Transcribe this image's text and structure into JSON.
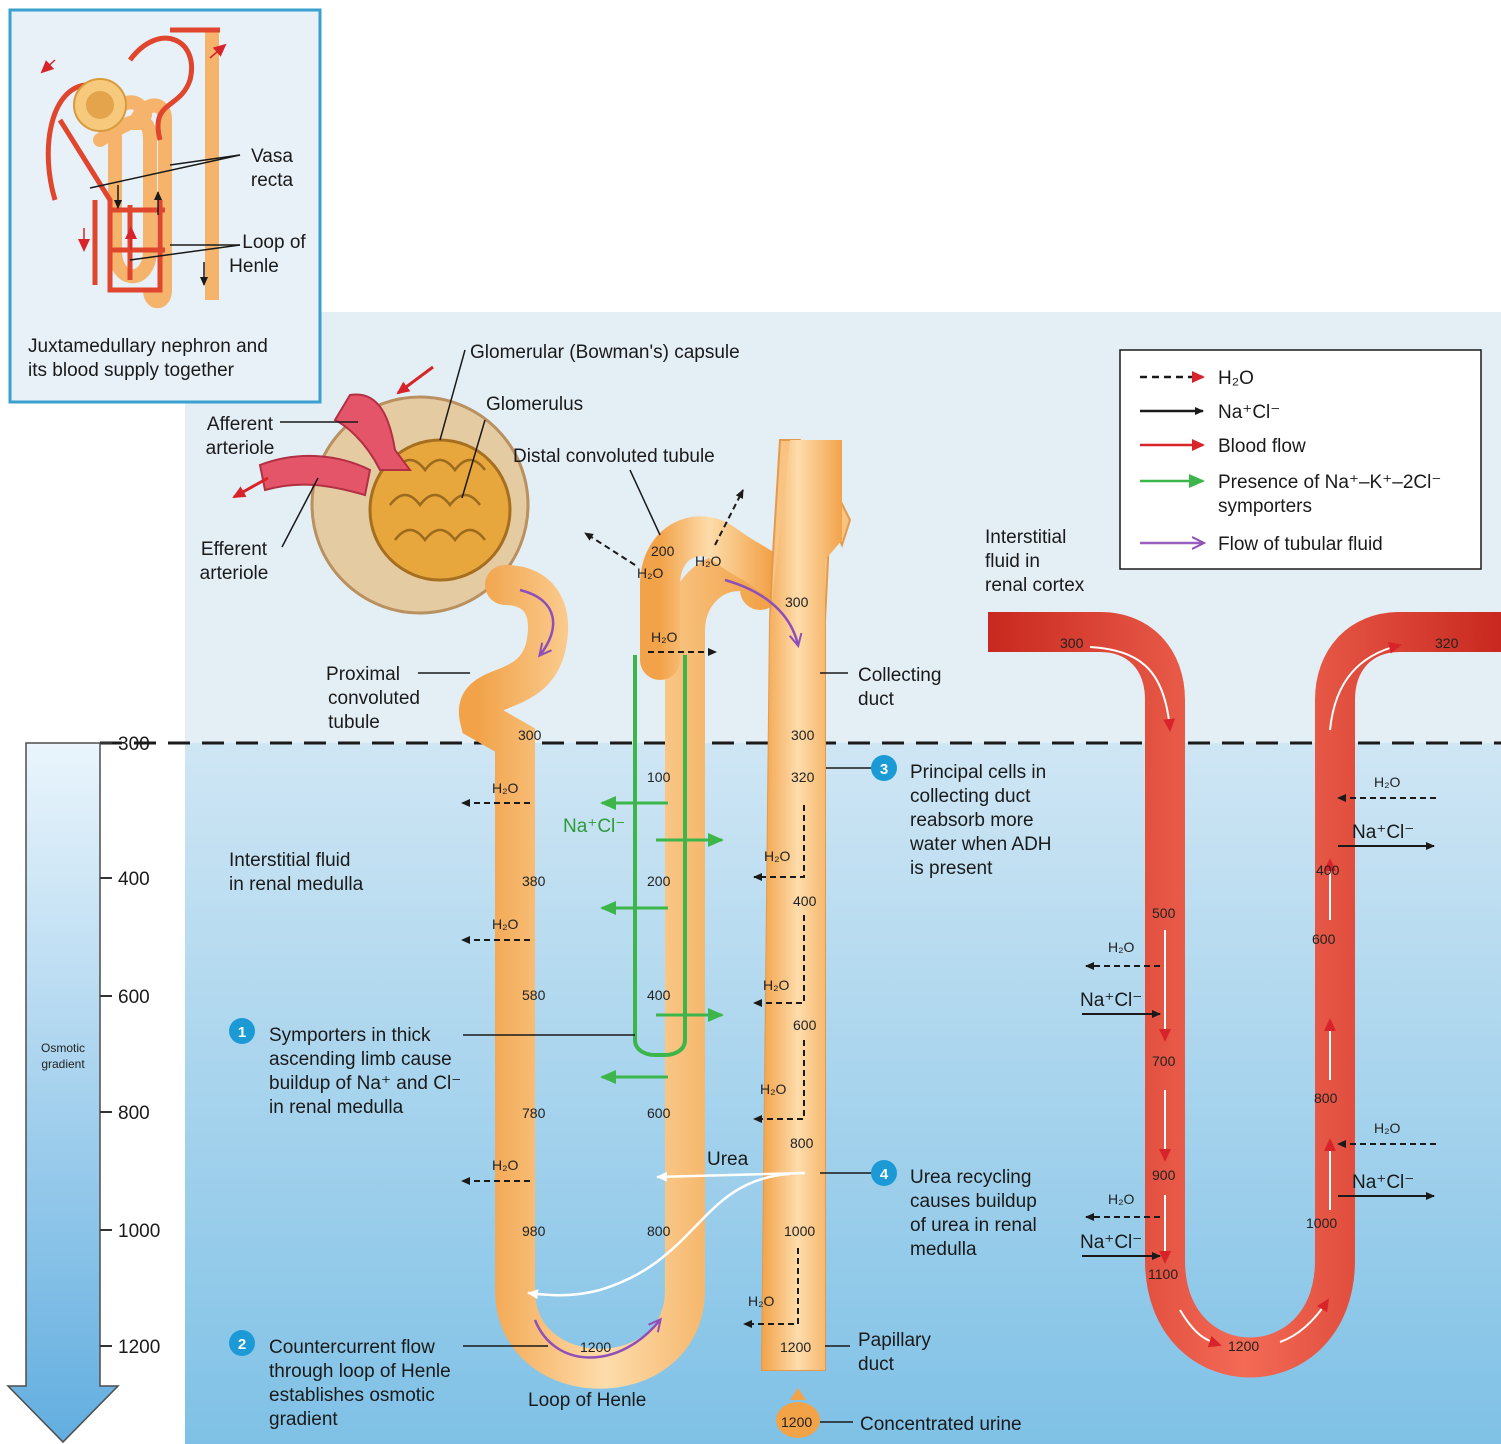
{
  "inset": {
    "vasa_recta": [
      "Vasa",
      "recta"
    ],
    "loop_of_henle": [
      "Loop of",
      "Henle"
    ],
    "caption": [
      "Juxtamedullary nephron and",
      "its blood supply together"
    ]
  },
  "labels": {
    "glomerular_capsule": "Glomerular (Bowman's) capsule",
    "glomerulus": "Glomerulus",
    "afferent_arteriole": [
      "Afferent",
      "arteriole"
    ],
    "efferent_arteriole": [
      "Efferent",
      "arteriole"
    ],
    "distal_convoluted_tubule": "Distal convoluted tubule",
    "proximal_convoluted_tubule": [
      "Proximal",
      "convoluted",
      "tubule"
    ],
    "collecting_duct": [
      "Collecting",
      "duct"
    ],
    "interstitial_cortex": [
      "Interstitial",
      "fluid in",
      "renal cortex"
    ],
    "interstitial_medulla": [
      "Interstitial fluid",
      "in renal medulla"
    ],
    "papillary_duct": [
      "Papillary",
      "duct"
    ],
    "concentrated_urine": "Concentrated urine",
    "loop_of_henle": "Loop of Henle",
    "urea": "Urea",
    "nacl_green": "Na⁺Cl⁻",
    "h2o": "H₂O",
    "nacl": "Na⁺Cl⁻",
    "osmotic_gradient": [
      "Osmotic",
      "gradient"
    ]
  },
  "legend": [
    {
      "label": "H₂O",
      "style": "dashed",
      "color": "#1a1a1a"
    },
    {
      "label": "Na⁺Cl⁻",
      "style": "solid",
      "color": "#1a1a1a"
    },
    {
      "label": "Blood flow",
      "style": "solid",
      "color": "#d8232a"
    },
    {
      "label": "Presence of Na⁺–K⁺–2Cl⁻",
      "label2": "symporters",
      "style": "solid",
      "color": "#3cb54a"
    },
    {
      "label": "Flow of tubular fluid",
      "style": "solid",
      "color": "#9b5fc0"
    }
  ],
  "steps": [
    {
      "n": "1",
      "text": [
        "Symporters in thick",
        "ascending limb cause",
        "buildup of Na⁺ and Cl⁻",
        "in renal medulla"
      ]
    },
    {
      "n": "2",
      "text": [
        "Countercurrent flow",
        "through loop of Henle",
        "establishes osmotic",
        "gradient"
      ]
    },
    {
      "n": "3",
      "text": [
        "Principal cells in",
        "collecting duct",
        "reabsorb more",
        "water when ADH",
        "is present"
      ]
    },
    {
      "n": "4",
      "text": [
        "Urea recycling",
        "causes buildup",
        "of urea in renal",
        "medulla"
      ]
    }
  ],
  "scale_ticks": [
    "300",
    "400",
    "600",
    "800",
    "1000",
    "1200"
  ],
  "values": {
    "pct": "300",
    "descending": [
      "380",
      "580",
      "780",
      "980"
    ],
    "bottom": "1200",
    "ascending": [
      "100",
      "200",
      "400",
      "600",
      "800"
    ],
    "dct": "200",
    "cd_top": "300",
    "cd": [
      "300",
      "320",
      "400",
      "600",
      "800",
      "1000",
      "1200"
    ],
    "urine": "1200",
    "vr_in": "300",
    "vr_out": "320",
    "vr_desc": [
      "500",
      "700",
      "900",
      "1100"
    ],
    "vr_bottom": "1200",
    "vr_asc": [
      "400",
      "600",
      "800",
      "1000"
    ]
  }
}
